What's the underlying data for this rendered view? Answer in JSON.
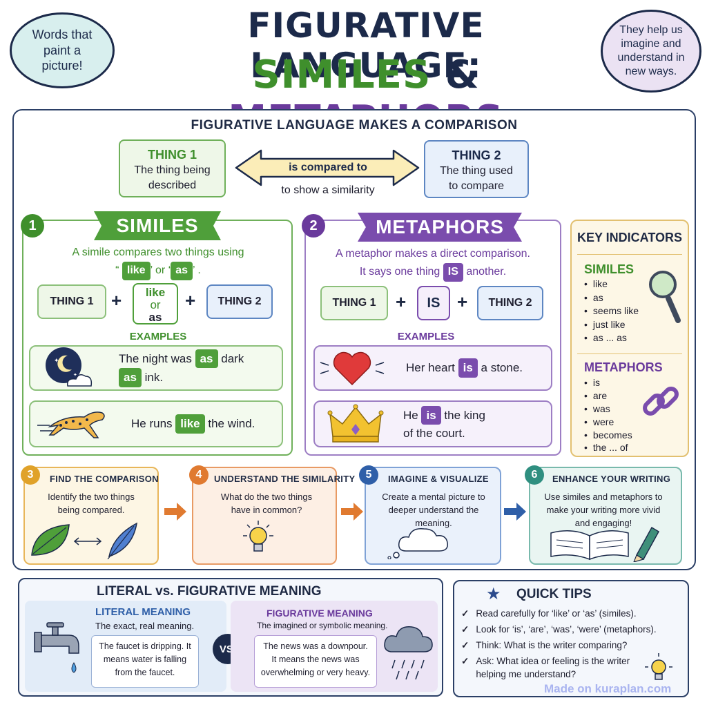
{
  "header": {
    "title_line1": "FIGURATIVE LANGUAGE:",
    "title_similes": "SIMILES",
    "title_amp": "&",
    "title_metaphors": "METAPHORS",
    "bubble_left": "Words that paint a picture!",
    "bubble_right": "They help us imagine and understand in new ways."
  },
  "comparison": {
    "heading": "FIGURATIVE LANGUAGE MAKES A COMPARISON",
    "thing1_title": "THING 1",
    "thing1_desc": "The thing being described",
    "arrow_label": "is compared to",
    "arrow_sub": "to show a similarity",
    "thing2_title": "THING 2",
    "thing2_desc": "The thing used to compare"
  },
  "similes": {
    "number": "1",
    "title": "SIMILES",
    "desc_line1": "A simile compares two things using",
    "quote_open": "“",
    "like": "like",
    "or": "’ or ‘",
    "as": "as",
    "quote_close": "’ .",
    "formula_thing1": "THING 1",
    "formula_plus": "+",
    "formula_like": "like",
    "formula_or": "or",
    "formula_as": "as",
    "formula_thing2": "THING 2",
    "examples_label": "EXAMPLES",
    "ex1_a": "The night was",
    "ex1_as1": "as",
    "ex1_b": "dark",
    "ex1_as2": "as",
    "ex1_c": "ink.",
    "ex2_a": "He runs",
    "ex2_like": "like",
    "ex2_b": "the wind."
  },
  "metaphors": {
    "number": "2",
    "title": "METAPHORS",
    "desc_line1": "A metaphor makes a direct comparison.",
    "desc_line2a": "It says one thing",
    "desc_is": "IS",
    "desc_line2b": "another.",
    "formula_thing1": "THING 1",
    "formula_plus": "+",
    "formula_is": "IS",
    "formula_thing2": "THING 2",
    "examples_label": "EXAMPLES",
    "ex1_a": "Her heart",
    "ex1_is": "is",
    "ex1_b": "a stone.",
    "ex2_a": "He",
    "ex2_is": "is",
    "ex2_b": "the king",
    "ex2_c": "of the court."
  },
  "indicators": {
    "title": "KEY INDICATORS",
    "similes_label": "SIMILES",
    "similes_items": [
      "like",
      "as",
      "seems like",
      "just like",
      "as ... as"
    ],
    "metaphors_label": "METAPHORS",
    "metaphors_items": [
      "is",
      "are",
      "was",
      "were",
      "becomes",
      "the ... of"
    ]
  },
  "steps": [
    {
      "number": "3",
      "title": "FIND THE COMPARISON",
      "text": "Identify the two things being compared."
    },
    {
      "number": "4",
      "title": "UNDERSTAND THE SIMILARITY",
      "text": "What do the two things have in common?"
    },
    {
      "number": "5",
      "title": "IMAGINE & VISUALIZE",
      "text": "Create a mental picture to deeper understand the meaning."
    },
    {
      "number": "6",
      "title": "ENHANCE YOUR WRITING",
      "text": "Use similes and metaphors to make your writing more vivid and engaging!"
    }
  ],
  "literal": {
    "heading": "LITERAL vs. FIGURATIVE MEANING",
    "literal_title": "LITERAL MEANING",
    "literal_sub": "The exact, real meaning.",
    "literal_text": "The faucet is dripping. It means water is falling from the faucet.",
    "vs": "VS.",
    "fig_title": "FIGURATIVE MEANING",
    "fig_sub": "The imagined or symbolic meaning.",
    "fig_text": "The news was a downpour. It means the news was overwhelming or very heavy."
  },
  "tips": {
    "title": "QUICK TIPS",
    "items": [
      "Read carefully for ‘like’ or ‘as’ (similes).",
      "Look for ‘is’, ‘are’, ‘was’, ‘were’ (metaphors).",
      "Think: What is the writer comparing?",
      "Ask: What idea or feeling is the writer helping me understand?"
    ]
  },
  "watermark": "Made on kuraplan.com",
  "colors": {
    "navy": "#1c2a4a",
    "green": "#4f9f3a",
    "purple": "#7a4cad",
    "orange": "#e07a30",
    "blue": "#2f5fa8",
    "teal": "#2f8f80"
  }
}
